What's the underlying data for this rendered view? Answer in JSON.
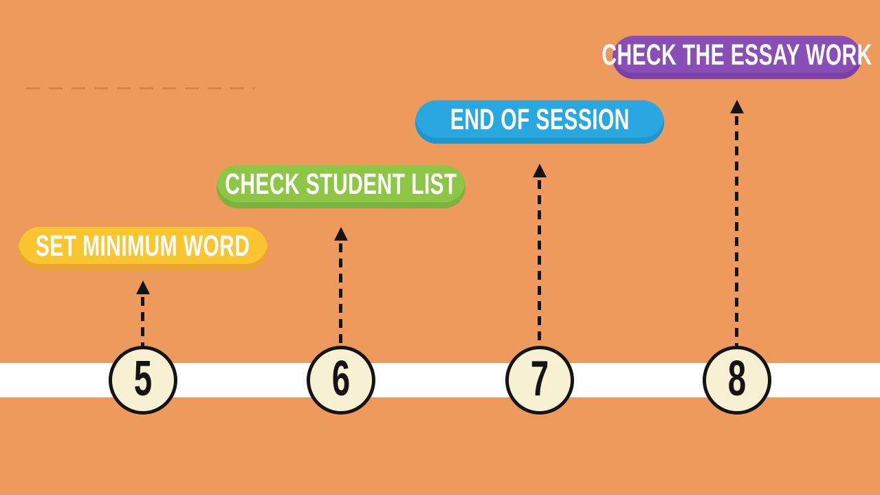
{
  "colors": {
    "background": "#EE9A5C",
    "band": "#FFFFFF",
    "arrow": "#141414",
    "circle_fill": "#F8F0D3",
    "circle_border": "#141414",
    "label_text": "#FFFFFF"
  },
  "timeline": {
    "milestones": [
      {
        "number": "5",
        "label": "SET MINIMUM WORD",
        "pill_color": "#FAC52E",
        "pill_shade": "#ECA32F"
      },
      {
        "number": "6",
        "label": "CHECK STUDENT LIST",
        "pill_color": "#8CC644",
        "pill_shade": "#7CB33C"
      },
      {
        "number": "7",
        "label": "END OF SESSION",
        "pill_color": "#29A7E0",
        "pill_shade": "#1E96CE"
      },
      {
        "number": "8",
        "label": "CHECK THE ESSAY WORK",
        "pill_color": "#8A4FB6",
        "pill_shade": "#7A41A6"
      }
    ]
  }
}
